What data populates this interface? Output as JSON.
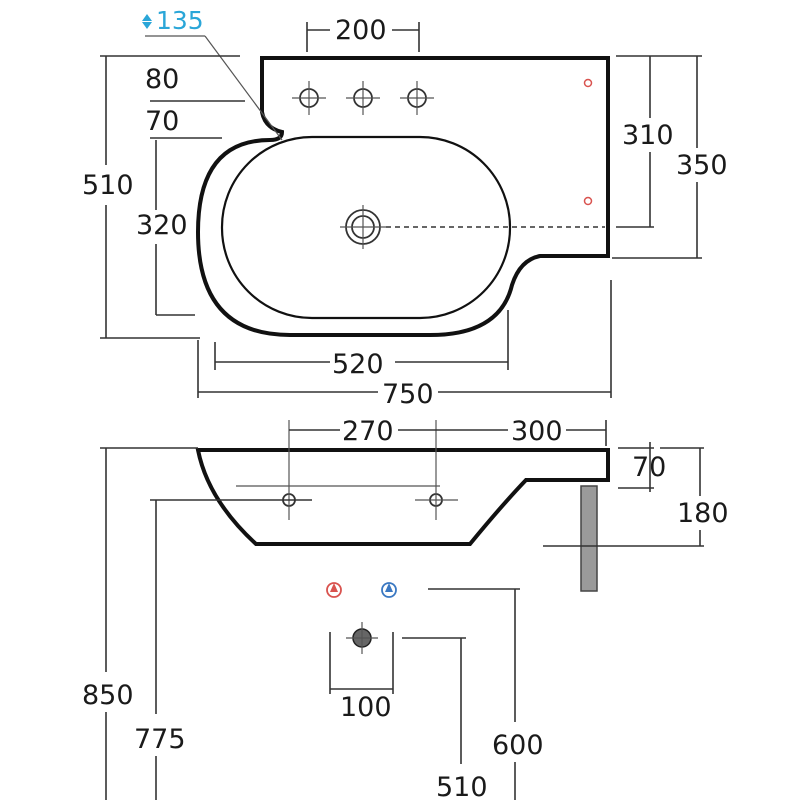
{
  "top_view": {
    "depth_label": "135",
    "dims": {
      "tap_spacing": "200",
      "rear_80": "80",
      "rear_70": "70",
      "overall_depth": "510",
      "bowl_depth": "320",
      "deck_310": "310",
      "deck_350": "350",
      "bowl_width": "520",
      "overall_width": "750"
    }
  },
  "side_view": {
    "dims": {
      "offset_270": "270",
      "offset_300": "300",
      "deck_70": "70",
      "height_180": "180",
      "height_850": "850",
      "height_775": "775",
      "trap_100": "100",
      "supply_600": "600",
      "waste_510": "510"
    }
  },
  "colors": {
    "hot": "#d9534f",
    "cold": "#3a78c2",
    "depth_marker": "#2aa6d8",
    "leg": "#9a9a9a"
  }
}
